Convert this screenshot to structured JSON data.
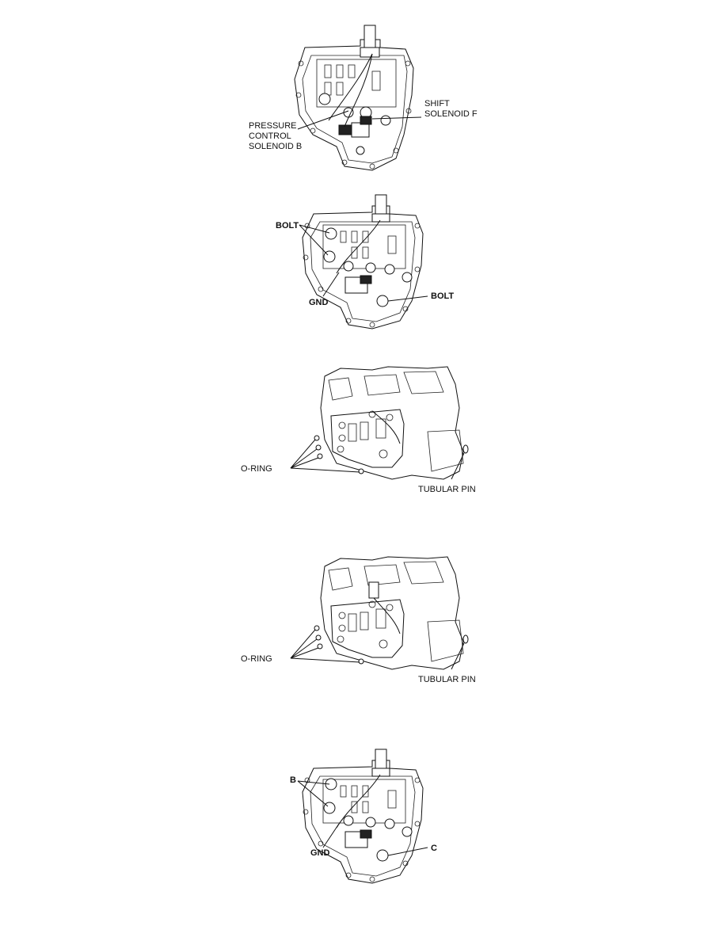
{
  "figures": [
    {
      "id": "fig1",
      "labels": {
        "pressure_control": [
          "PRESSURE",
          "CONTROL",
          "SOLENOID B"
        ],
        "shift_solenoid": [
          "SHIFT",
          "SOLENOID F"
        ]
      }
    },
    {
      "id": "fig2",
      "labels": {
        "bolt_top": "BOLT",
        "gnd": "GND",
        "bolt_right": "BOLT"
      }
    },
    {
      "id": "fig3",
      "labels": {
        "oring": "O-RING",
        "tubular_pin": "TUBULAR PIN"
      }
    },
    {
      "id": "fig4",
      "labels": {
        "oring": "O-RING",
        "tubular_pin": "TUBULAR PIN"
      }
    },
    {
      "id": "fig5",
      "labels": {
        "b": "B",
        "gnd": "GND",
        "c": "C"
      }
    }
  ]
}
